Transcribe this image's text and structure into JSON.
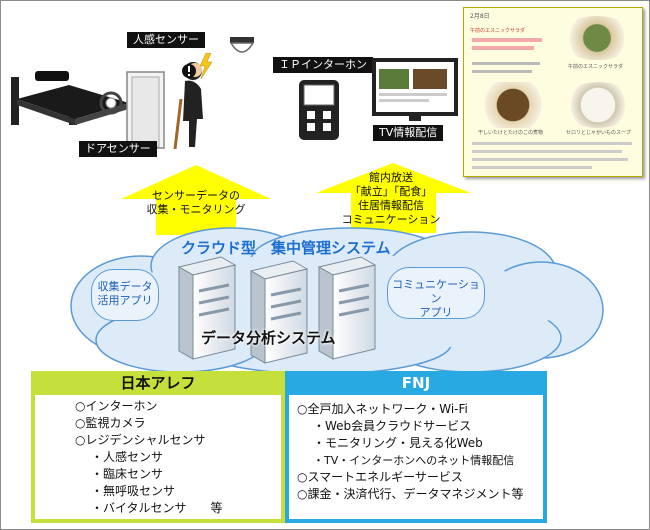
{
  "labels": {
    "motion_sensor": "人感センサー",
    "door_sensor": "ドアセンサー",
    "ip_intercom": "ＩＰインターホン",
    "tv_info": "TV情報配信"
  },
  "arrows": {
    "left_lines": [
      "センサーデータの",
      "収集・モニタリング"
    ],
    "right_lines": [
      "館内放送",
      "「献立」「配食」",
      "住居情報配信",
      "コミュニケーション"
    ]
  },
  "cloud": {
    "title": "クラウド型　集中管理システム",
    "left_bubble": [
      "収集データ",
      "活用アプリ"
    ],
    "right_bubble": [
      "コミュニケーション",
      "アプリ"
    ],
    "analysis": "データ分析システム"
  },
  "tv_screen": {
    "date": "2月8日",
    "menu_top": "午前のエスニックサラダ",
    "caption_1": "午前のエスニックサラダ",
    "caption_2": "干しいたけとたけのこの煮物",
    "caption_3": "セロリとじゃがいものスープ"
  },
  "panels": {
    "left": {
      "title": "日本アレフ",
      "items": [
        {
          "text": "○インターホン",
          "sub": false
        },
        {
          "text": "○監視カメラ",
          "sub": false
        },
        {
          "text": "○レジデンシャルセンサ",
          "sub": false
        },
        {
          "text": "・人感センサ",
          "sub": true
        },
        {
          "text": "・臨床センサ",
          "sub": true
        },
        {
          "text": "・無呼吸センサ",
          "sub": true
        },
        {
          "text": "・バイタルセンサ　　等",
          "sub": true
        }
      ]
    },
    "right": {
      "title": "FNJ",
      "items": [
        {
          "text": "○全戸加入ネットワーク・Wi-Fi",
          "sub": false
        },
        {
          "text": "・Web会員クラウドサービス",
          "sub": true
        },
        {
          "text": "・モニタリング・見える化Web",
          "sub": true
        },
        {
          "text": "・TV・インターホンへのネット情報配信",
          "sub": true
        },
        {
          "text": "○スマートエネルギーサービス",
          "sub": false
        },
        {
          "text": "○課金・決済代行、データマネジメント等",
          "sub": false
        }
      ]
    }
  },
  "colors": {
    "arrow": "#ffff00",
    "cloud_fill": "#dcebf7",
    "cloud_stroke": "#5b9bd5",
    "left_panel": "#c5e03a",
    "right_panel": "#29a9e1",
    "accent_text": "#1d6fd0"
  }
}
